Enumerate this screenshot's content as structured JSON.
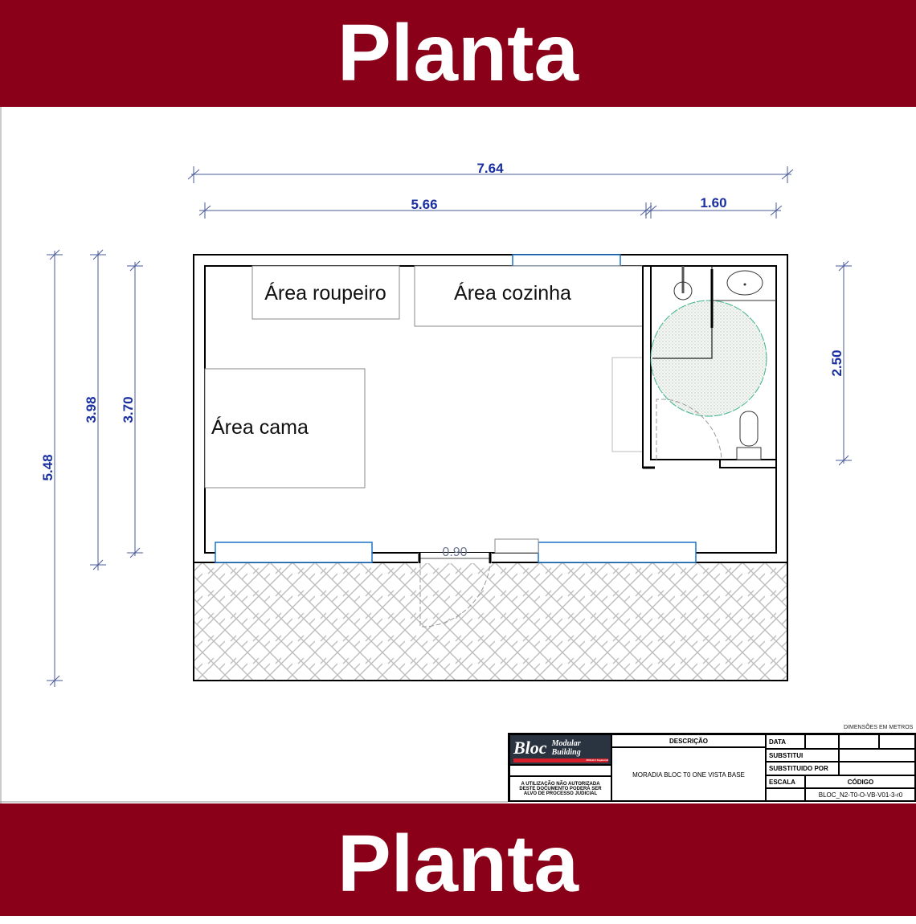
{
  "header": {
    "title": "Planta"
  },
  "footer": {
    "title": "Planta"
  },
  "plan": {
    "dimensions": {
      "total_width": "7.64",
      "main_width": "5.66",
      "bath_width": "1.60",
      "total_depth": "5.48",
      "interior_depth_outer": "3.98",
      "interior_depth": "3.70",
      "bath_depth": "2.50",
      "door_width": "0.90"
    },
    "rooms": {
      "wardrobe": "Área roupeiro",
      "kitchen": "Área cozinha",
      "bed": "Área cama"
    },
    "colors": {
      "wall": "#000000",
      "window": "#1a73c8",
      "dimension": "#1a2fa0",
      "turning_circle": "#3cb48c",
      "banner": "#8a0019"
    }
  },
  "title_block": {
    "units_note": "DIMENSÕES EM METROS",
    "logo_main": "Bloc",
    "logo_sub1": "Modular",
    "logo_sub2": "Building",
    "logo_tag": "MORALE Engineered",
    "warning": "A UTILIZAÇÃO NÃO AUTORIZADA DESTE DOCUMENTO PODERÁ SER ALVO DE PROCESSO JUDICIAL",
    "description_label": "DESCRIÇÃO",
    "description": "MORADIA BLOC T0 ONE VISTA BASE",
    "date_label": "DATA",
    "replaces_label": "SUBSTITUI",
    "replaced_by_label": "SUBSTITUIDO POR",
    "scale_label": "ESCALA",
    "code_label": "CÓDIGO",
    "code": "BLOC_N2-T0-O-VB-V01-3-r0"
  }
}
